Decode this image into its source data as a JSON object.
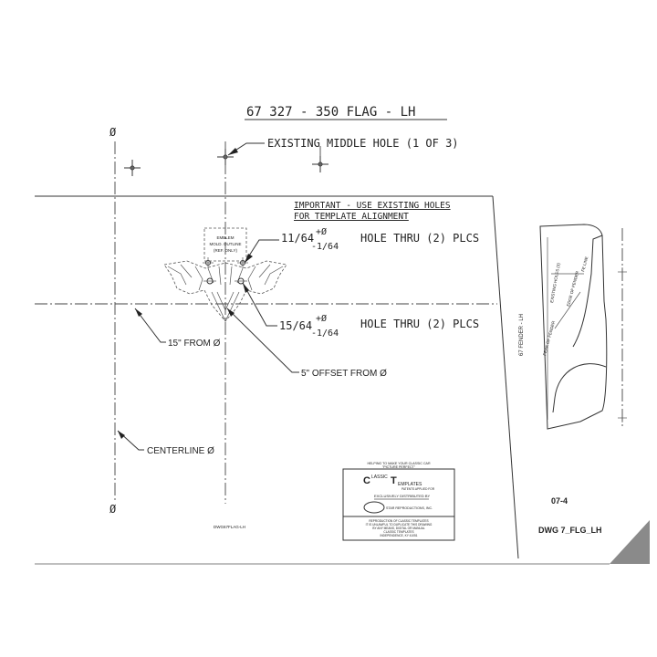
{
  "title": "67 327 - 350 FLAG - LH",
  "labels": {
    "centerline_symbol_top": "Ø",
    "centerline_symbol_bottom": "Ø",
    "existing_middle_hole": "EXISTING MIDDLE HOLE (1 OF 3)",
    "important_line1": "IMPORTANT - USE EXISTING HOLES",
    "important_line2": "FOR TEMPLATE ALIGNMENT",
    "hole1_size": "11/64",
    "hole1_tol_plus": "+Ø",
    "hole1_tol_minus": "-1/64",
    "hole1_desc": "HOLE THRU (2) PLCS",
    "hole2_size": "15/64",
    "hole2_tol_plus": "+Ø",
    "hole2_tol_minus": "-1/64",
    "hole2_desc": "HOLE THRU (2) PLCS",
    "from_15": "15\" FROM Ø",
    "offset_5": "5\" OFFSET FROM Ø",
    "centerline": "CENTERLINE Ø",
    "emblem_line1": "EMBLEM",
    "emblem_line2": "MOLD. OUTLINE",
    "emblem_line3": "(REF. ONLY)",
    "small_ref": "DWG67FLAG-LH",
    "fender_label": "67 FENDER - LH",
    "existing_holes": "EXISTING HOLES (3)",
    "edge_of_fender": "EDGE OF FENDER",
    "fe_line": "FE LINE",
    "peak_of_fender": "PEAK OF FENDER",
    "sheet_number": "07-4",
    "dwg_id": "DWG 7_FLG_LH"
  },
  "title_block": {
    "top_line1": "HELPING TO MAKE YOUR CLASSIC CAR",
    "top_line2": "\"PICTURE PERFECT\"",
    "brand_word1": "LASSIC",
    "brand_word2": "EMPLATES",
    "brand_initial1": "C",
    "brand_initial2": "T",
    "brand_sub": "PATENTS APPLIED FOR",
    "distributed": "EXCLUSIVELY DISTRIBUTED BY",
    "company": "STAR REPRODUCTIONS, INC.",
    "note_line1": "REPRODUCTION OF CLASSIC TEMPLATES",
    "note_line2": "IT IS UNLAWFUL TO DUPLICATE THIS DRAWING",
    "note_line3": "BY ANY MEANS, DIGITAL OR MANUAL",
    "note_line4": "CLASSIC TEMPLATES",
    "note_line5": "INDEPENDENCE, KY 41051"
  },
  "colors": {
    "ink": "#222222",
    "corner_fold": "#8a8a8a"
  }
}
